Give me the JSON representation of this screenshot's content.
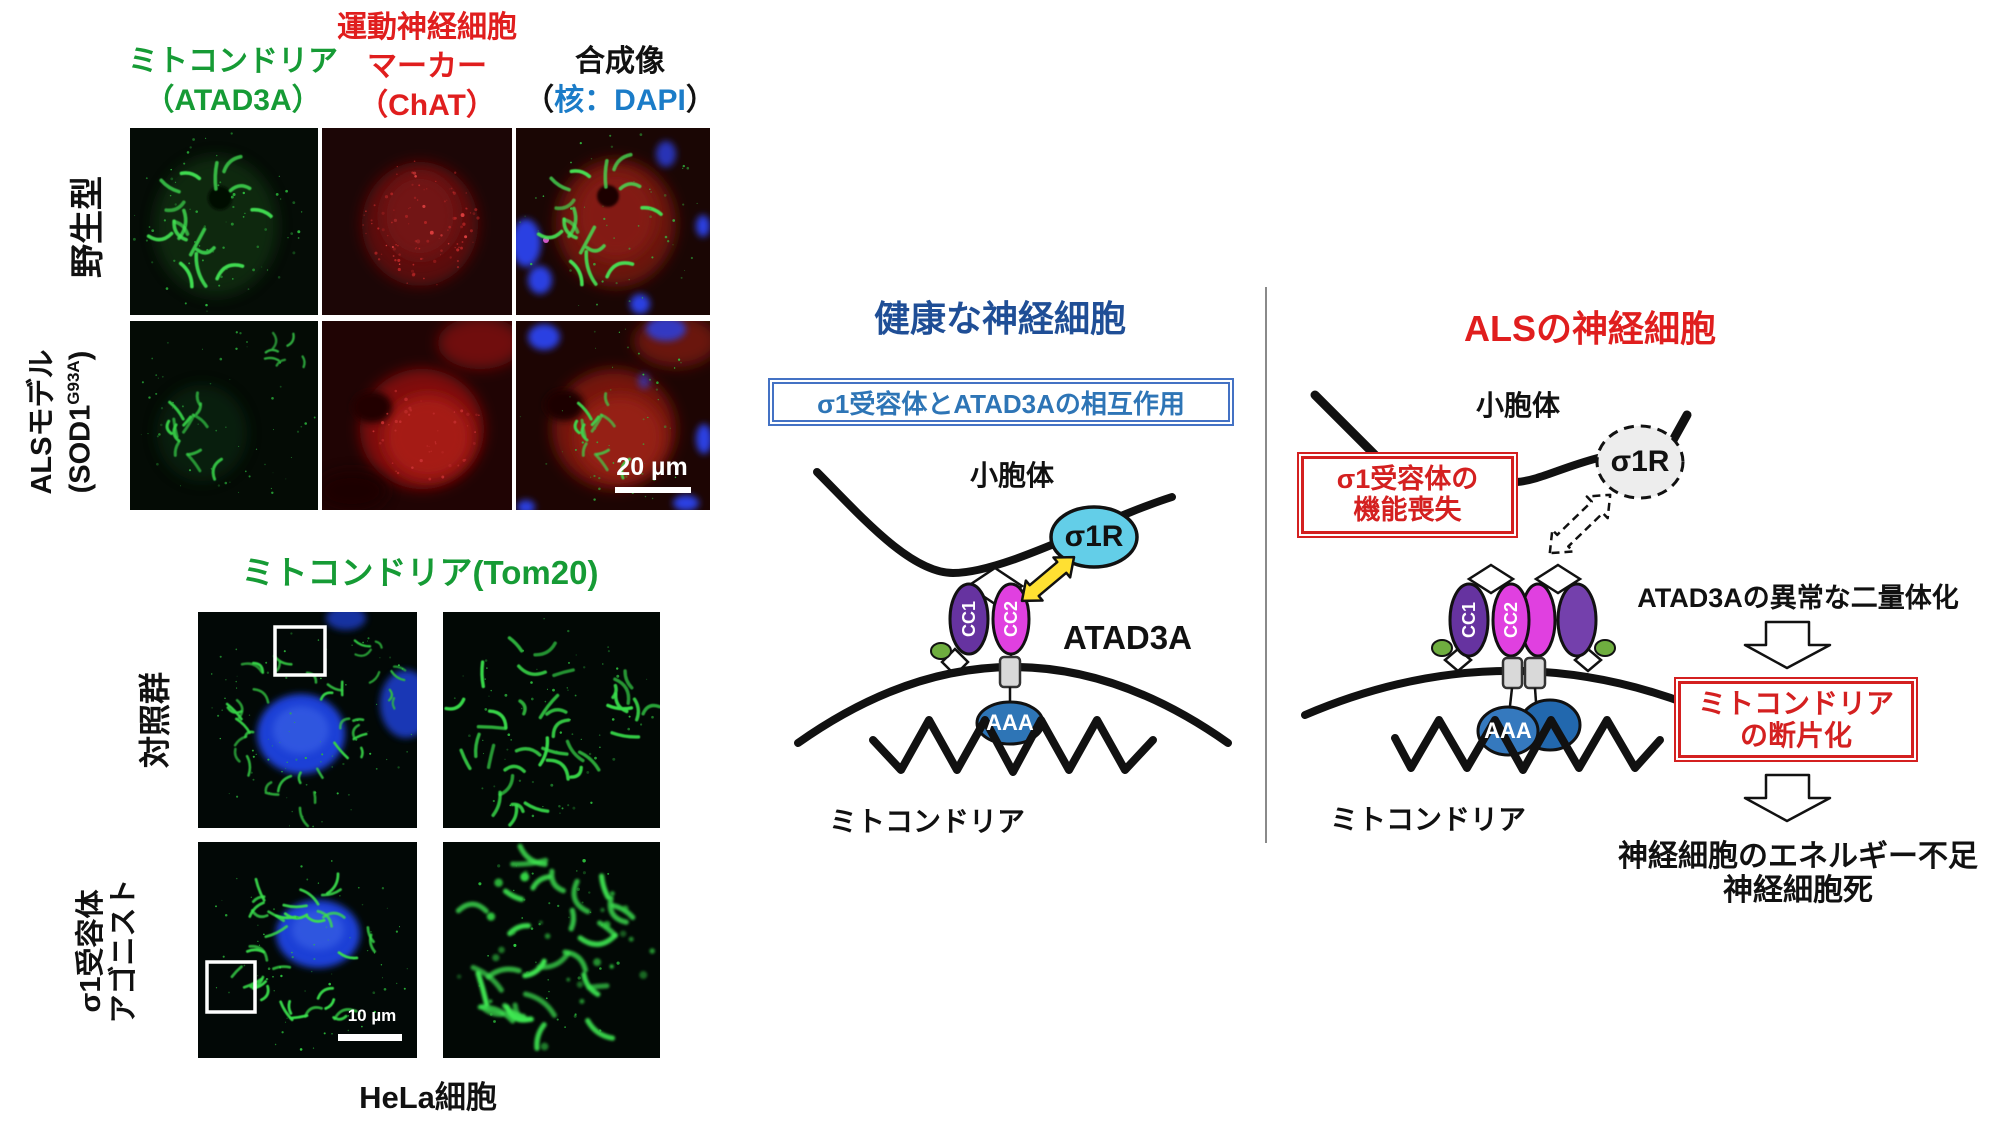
{
  "header": {
    "col1_l1": "ミトコンドリア",
    "col1_l2": "（ATAD3A）",
    "col2_l1": "運動神経細胞",
    "col2_l2": "マーカー",
    "col2_l3": "（ChAT）",
    "col3_l1": "合成像",
    "col3_open": "（",
    "col3_mid": "核：DAPI",
    "col3_close": "）"
  },
  "rows": {
    "wt": "野生型",
    "als_l1": "ALSモデル",
    "als_pre": "(SOD1",
    "als_sup": "G93A",
    "als_close": ")"
  },
  "scalebars": {
    "um20": "20 µm",
    "um10": "10 µm"
  },
  "tom20": {
    "title": "ミトコンドリア(Tom20)",
    "control": "対照群",
    "agonist_l1": "σ1受容体",
    "agonist_l2": "アゴニスト",
    "caption": "HeLa細胞"
  },
  "healthy": {
    "title": "健康な神経細胞",
    "box": "σ1受容体とATAD3Aの相互作用",
    "er": "小胞体",
    "sigma1r": "σ1R",
    "cc1": "CC1",
    "cc2": "CC2",
    "atad3a": "ATAD3A",
    "aaa": "AAA",
    "mito": "ミトコンドリア"
  },
  "als": {
    "title": "ALSの神経細胞",
    "er": "小胞体",
    "sigma1r": "σ1R",
    "loss_l1": "σ1受容体の",
    "loss_l2": "機能喪失",
    "cc1": "CC1",
    "cc2": "CC2",
    "dimer": "ATAD3Aの異常な二量体化",
    "aaa": "AAA",
    "mito": "ミトコンドリア",
    "frag_l1": "ミトコンドリア",
    "frag_l2": "の断片化",
    "outcome_l1": "神経細胞のエネルギー不足",
    "outcome_l2": "神経細胞死"
  },
  "colors": {
    "green_label": "#169B35",
    "red_label": "#E01E1E",
    "dapi_blue": "#1B7CC8",
    "healthy_title_blue": "#1F4E96",
    "box_border_blue": "#4472C4",
    "box_text_blue": "#2E75B6",
    "als_red": "#E01E1E",
    "red_box": "#D42020",
    "sigma1r_cyan": "#63CEE8",
    "sigma1r_lost_gray": "#EDEDED",
    "cc1_purple": "#6633A0",
    "cc2_magenta": "#E040E0",
    "dimer_purple2": "#7440AC",
    "aaa_blue": "#2E75B6",
    "green_dot": "#6FAE3F",
    "arrow_yellow": "#FFE032"
  }
}
